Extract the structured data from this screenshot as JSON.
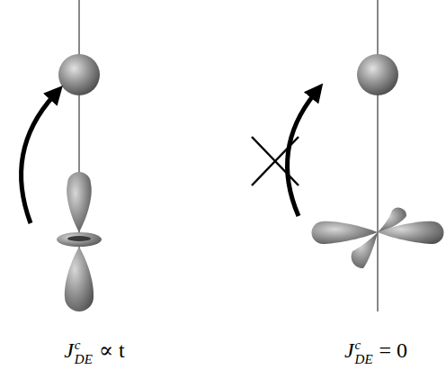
{
  "diagram": {
    "labels": [
      "J",
      "c",
      "DE",
      "∝ t",
      "J",
      "c",
      "DE",
      "= 0"
    ]
  }
}
